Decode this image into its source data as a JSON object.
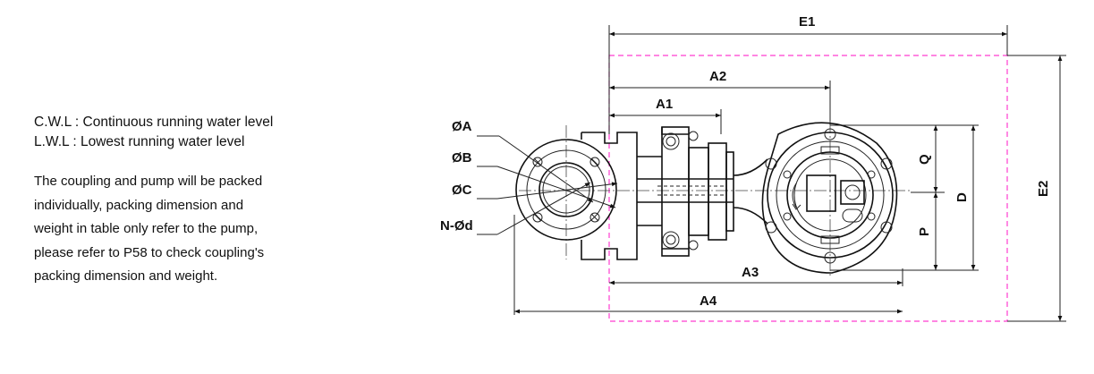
{
  "notes": {
    "cwl": "C.W.L : Continuous running water level",
    "lwl": "L.W.L :  Lowest running water level",
    "packing": [
      "The coupling and pump will be packed",
      "individually,  packing  dimension and",
      "weight  in table only refer to the pump,",
      "please refer to P58 to check coupling's",
      "packing dimension and weight."
    ]
  },
  "labels": {
    "E1": "E1",
    "E2": "E2",
    "A1": "A1",
    "A2": "A2",
    "A3": "A3",
    "A4": "A4",
    "Q": "Q",
    "D": "D",
    "P": "P",
    "dA": "ØA",
    "dB": "ØB",
    "dC": "ØC",
    "Nd": "N-Ød"
  }
}
